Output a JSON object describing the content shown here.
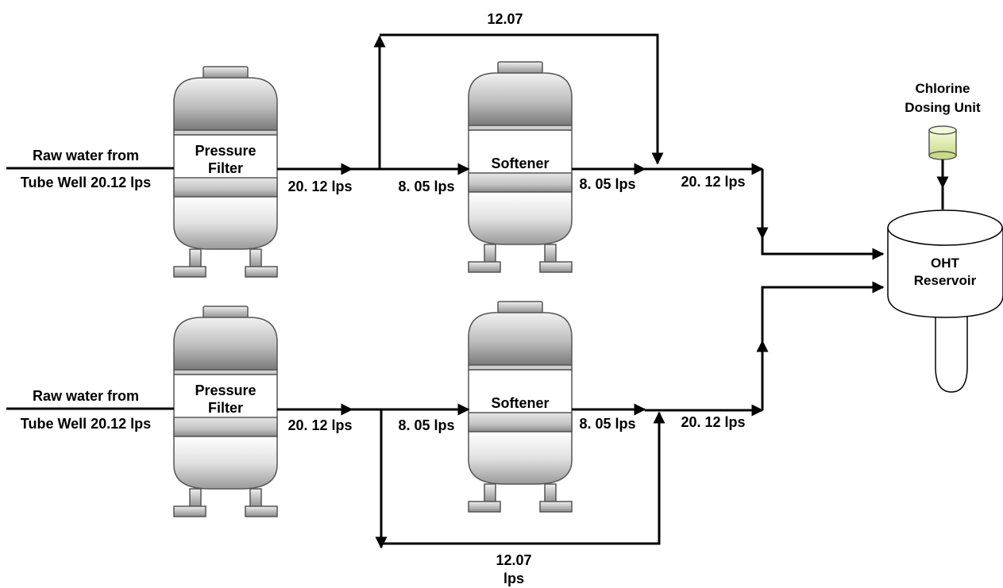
{
  "train_top": {
    "inlet_line1": "Raw water from",
    "inlet_line2": "Tube Well 20.12 lps",
    "filter_line1": "Pressure",
    "filter_line2": "Filter",
    "flow_after_filter": "20. 12 lps",
    "flow_to_softener": "8. 05 lps",
    "softener": "Softener",
    "flow_after_softener": "8. 05 lps",
    "flow_combined": "20. 12 lps",
    "bypass_flow": "12.07"
  },
  "train_bottom": {
    "inlet_line1": "Raw water from",
    "inlet_line2": "Tube Well 20.12 lps",
    "filter_line1": "Pressure",
    "filter_line2": "Filter",
    "flow_after_filter": "20. 12 lps",
    "flow_to_softener": "8. 05 lps",
    "softener": "Softener",
    "flow_after_softener": "8. 05 lps",
    "flow_combined": "20. 12 lps",
    "bypass_flow_line1": "12.07",
    "bypass_flow_line2": "lps"
  },
  "chlorine": {
    "line1": "Chlorine",
    "line2": "Dosing Unit"
  },
  "reservoir": {
    "line1": "OHT",
    "line2": "Reservoir"
  }
}
